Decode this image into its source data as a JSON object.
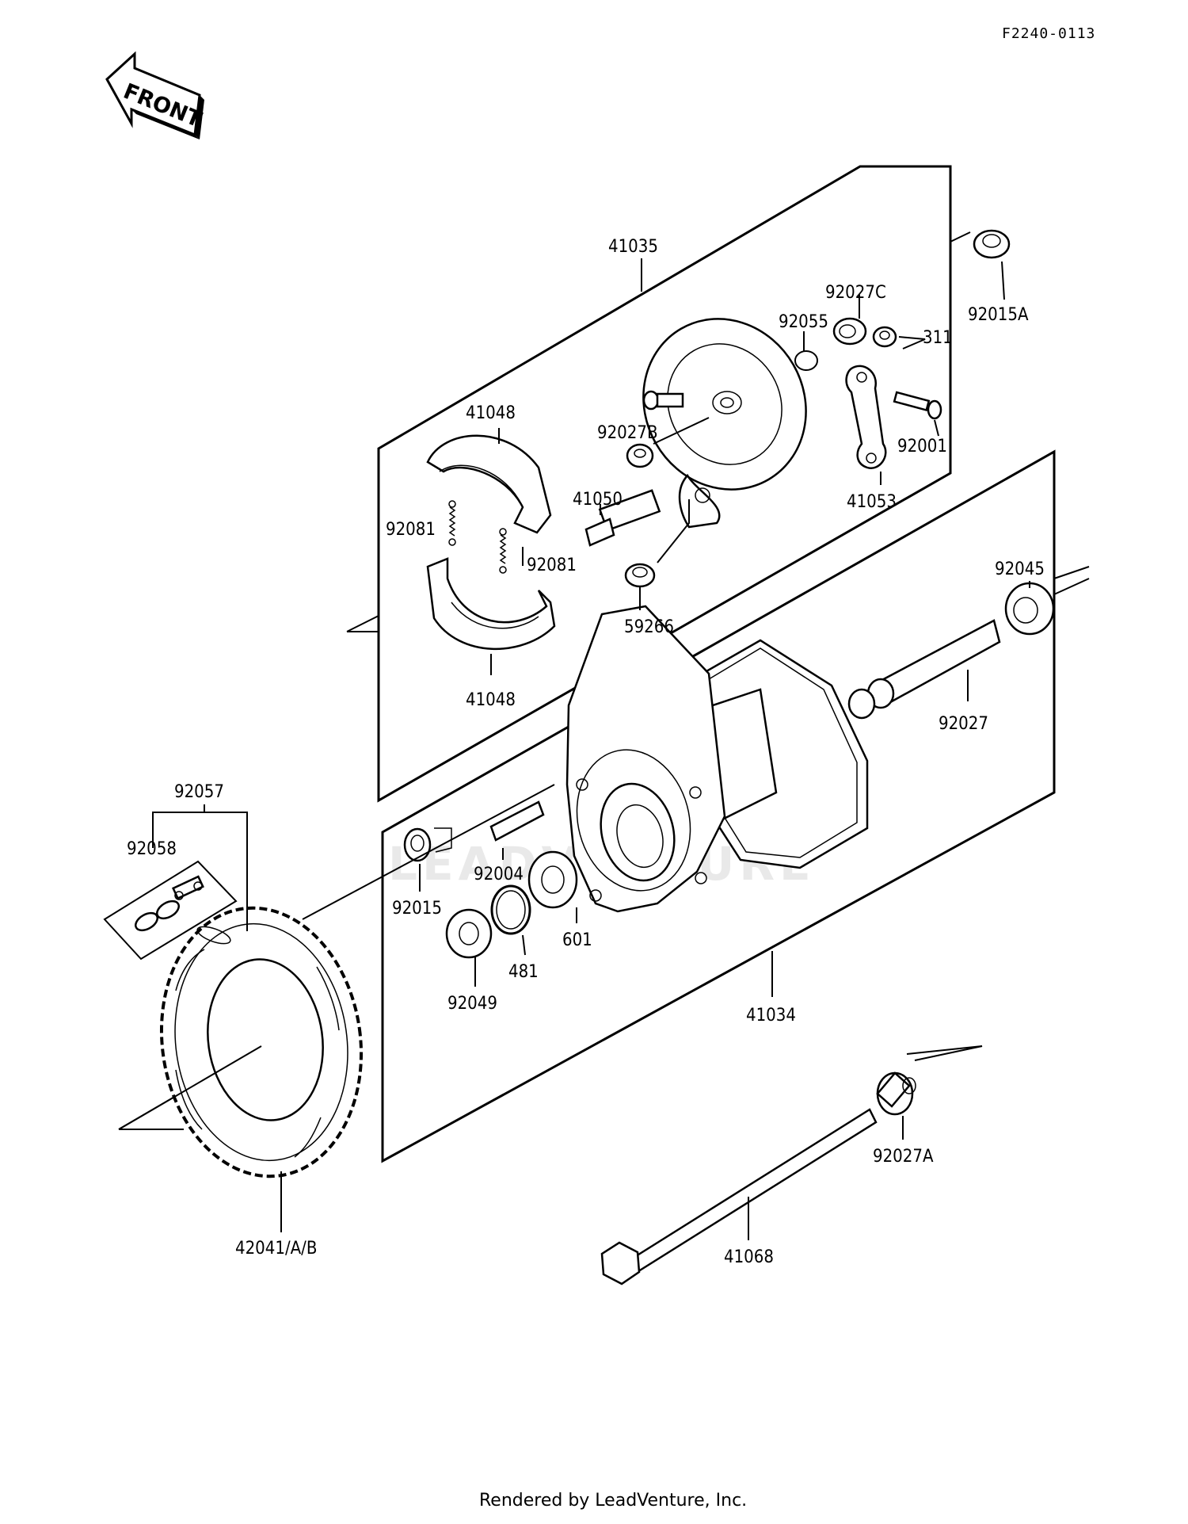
{
  "diagram_code": "F2240-0113",
  "front_arrow_label": "FRONT",
  "watermark": "LEADVENTURE",
  "footer": "Rendered by LeadVenture, Inc.",
  "labels": {
    "p41035": "41035",
    "p92015A": "92015A",
    "p92027C": "92027C",
    "p92055": "92055",
    "p311": "311",
    "p41048_top": "41048",
    "p92027B": "92027B",
    "p92001": "92001",
    "p41050": "41050",
    "p41053": "41053",
    "p92081_left": "92081",
    "p92081_right": "92081",
    "p92045": "92045",
    "p59266": "59266",
    "p41048_bottom": "41048",
    "p92027": "92027",
    "p92057": "92057",
    "p92058": "92058",
    "p92004": "92004",
    "p92015": "92015",
    "p601": "601",
    "p481": "481",
    "p92049": "92049",
    "p41034": "41034",
    "p92027A": "92027A",
    "p41068": "41068",
    "p42041AB": "42041/A/B"
  }
}
